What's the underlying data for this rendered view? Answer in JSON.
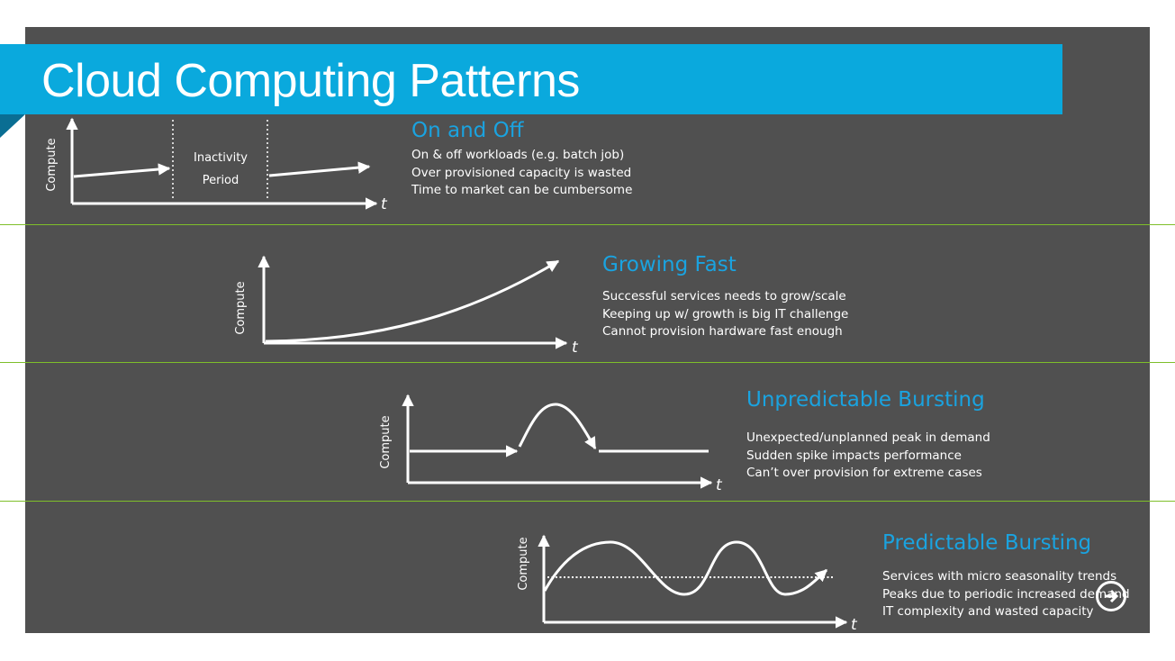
{
  "title": "Cloud Computing Patterns",
  "axis_label": "Compute",
  "time_label": "t",
  "inactivity_label_line1": "Inactivity",
  "inactivity_label_line2": "Period",
  "patterns": [
    {
      "heading": "On and Off",
      "lines": [
        "On & off workloads (e.g. batch job)",
        "Over provisioned capacity is wasted",
        "Time to market can be cumbersome"
      ]
    },
    {
      "heading": "Growing Fast",
      "lines": [
        "Successful services needs to grow/scale",
        "Keeping up w/ growth is big IT challenge",
        "Cannot provision hardware fast enough"
      ]
    },
    {
      "heading": "Unpredictable Bursting",
      "lines": [
        "Unexpected/unplanned  peak in demand",
        "Sudden spike impacts performance",
        "Can’t over provision for extreme cases"
      ]
    },
    {
      "heading": "Predictable Bursting",
      "lines": [
        "Services with micro seasonality trends",
        "Peaks due to periodic increased demand",
        "IT complexity  and wasted capacity"
      ]
    }
  ],
  "colors": {
    "slide_bg": "#505050",
    "title_band": "#0aa9dd",
    "heading": "#1aa3e0",
    "separator": "#7fbf2a"
  },
  "next_icon": "arrow-right-circle-icon"
}
